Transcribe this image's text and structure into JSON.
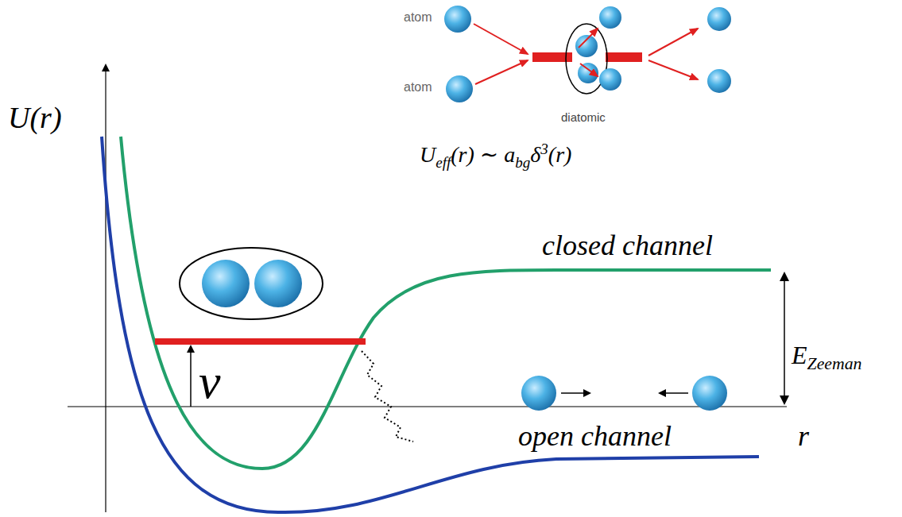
{
  "diagram": {
    "labels": [
      "atom",
      "atom",
      "diatomic",
      "U",
      "eff",
      "(r) ∼ a",
      "bg",
      "δ",
      "3",
      "(r)",
      "U(r)",
      "closed channel",
      "open channel",
      "r",
      "E",
      "Zeeman",
      "ν"
    ]
  }
}
